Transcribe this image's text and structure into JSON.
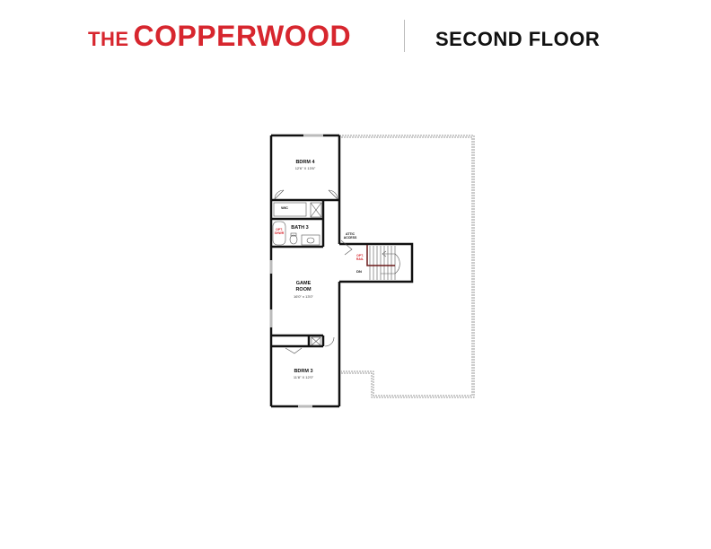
{
  "header": {
    "brand_prefix": "THE",
    "brand_name": "COPPERWOOD",
    "floor_title": "SECOND FLOOR"
  },
  "colors": {
    "brand_red": "#d7262e",
    "wall": "#111111",
    "dashed_outline": "#999999"
  },
  "rooms": {
    "bdrm4": {
      "name": "BDRM 4",
      "dims": "12'6\" X 13'6\""
    },
    "wic": {
      "name": "WIC"
    },
    "bath3": {
      "name": "BATH 3"
    },
    "opt_shower": {
      "name": "OPT. SHWR"
    },
    "attic_access": {
      "name": "ATTIC ACCESS"
    },
    "opt_rail": {
      "name": "OPT. RAIL"
    },
    "dn": {
      "name": "DN"
    },
    "game_room": {
      "name": "GAME ROOM",
      "dims": "16'0\" x 13'0\""
    },
    "bdrm3": {
      "name": "BDRM 3",
      "dims": "11'8\" X 12'0\""
    }
  }
}
